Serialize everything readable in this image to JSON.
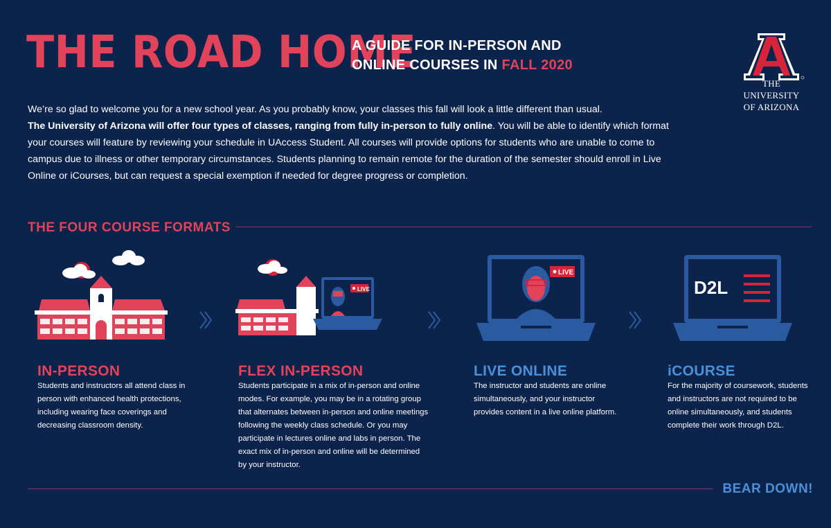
{
  "header": {
    "title": "THE ROAD HOME",
    "subtitle_line1": "A GUIDE FOR IN-PERSON AND",
    "subtitle_line2_prefix": "ONLINE COURSES IN ",
    "subtitle_line2_accent": "FALL 2020"
  },
  "logo": {
    "letter": "A",
    "line1": "THE UNIVERSITY",
    "line2": "OF ARIZONA"
  },
  "intro": {
    "line1": "We’re so glad to welcome you for a new school year. As you probably know, your classes this fall will look a little different than usual.",
    "bold": "The University of Arizona will offer four types of classes, ranging from fully in-person to fully online",
    "rest": ". You will be able to identify which format your courses will feature by reviewing your schedule in UAccess Student. All courses will provide options for students who are unable to come to campus due to illness or other temporary circumstances. Students planning to remain remote for the duration of the semester should enroll in Live Online or iCourses, but can request a special exemption if needed for degree progress or completion."
  },
  "section": {
    "title": "THE FOUR COURSE FORMATS"
  },
  "formats": [
    {
      "title": "IN-PERSON",
      "description": "Students and instructors all attend class in person with enhanced health protections, including wearing face coverings and decreasing classroom density."
    },
    {
      "title": "FLEX IN-PERSON",
      "description": "Students participate in a mix of in-person and online modes. For example, you may be in a rotating group that alternates between in-person and online meetings following the weekly class schedule. Or you may participate in lectures online and labs in person. The exact mix of in-person and online will be determined by your instructor."
    },
    {
      "title": "LIVE ONLINE",
      "description": "The instructor and students are online simultaneously, and your instructor provides content in a live online platform."
    },
    {
      "title": "iCOURSE",
      "description": "For the majority of coursework, students and instructors are not required to be online simultaneously, and students complete their work through D2L."
    }
  ],
  "illustrations": {
    "live_badge": "LIVE",
    "d2l_label": "D2L"
  },
  "footer": {
    "slogan": "BEAR DOWN!"
  },
  "colors": {
    "background": "#0c234b",
    "accent_red": "#e0435a",
    "accent_blue": "#4a90d9"
  }
}
